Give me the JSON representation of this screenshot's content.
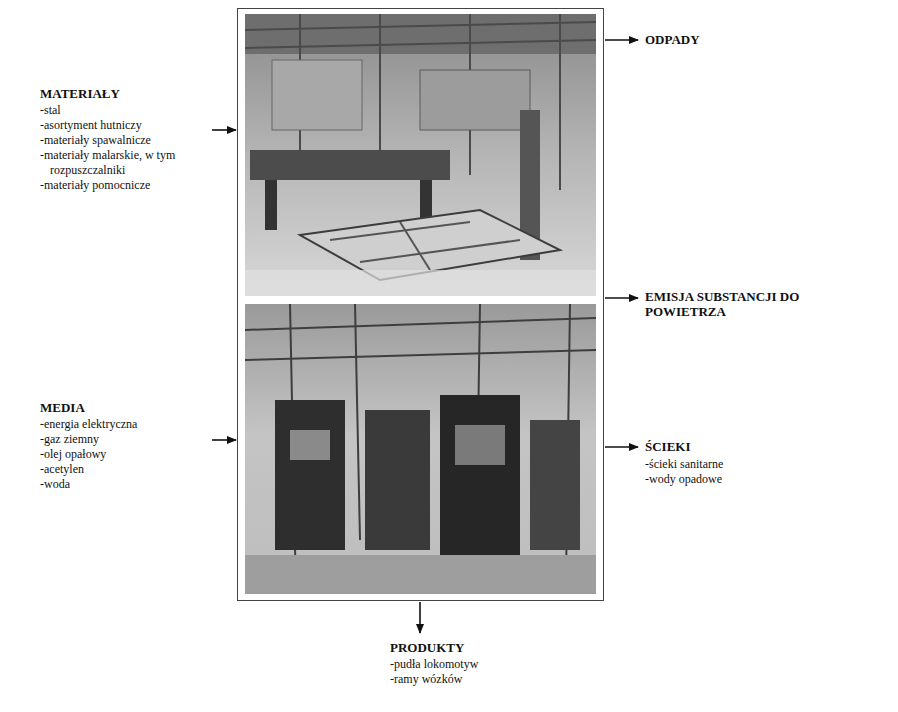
{
  "diagram": {
    "labels": [
      "MATERIAŁY",
      "-stal",
      "-asortyment hutniczy",
      "-materiały spawalnicze",
      "-materiały malarskie, w tym rozpuszczalniki",
      "-materiały pomocnicze",
      "MEDIA",
      "-energia elektryczna",
      "-gaz ziemny",
      "-olej opałowy",
      "-acetylen",
      "-woda",
      "ODPADY",
      "EMISJA SUBSTANCJI DO POWIETRZA",
      "ŚCIEKI",
      "-ścieki sanitarne",
      "-wody opadowe",
      "PRODUKTY",
      "-pudła lokomotyw",
      "-ramy wózków"
    ]
  }
}
